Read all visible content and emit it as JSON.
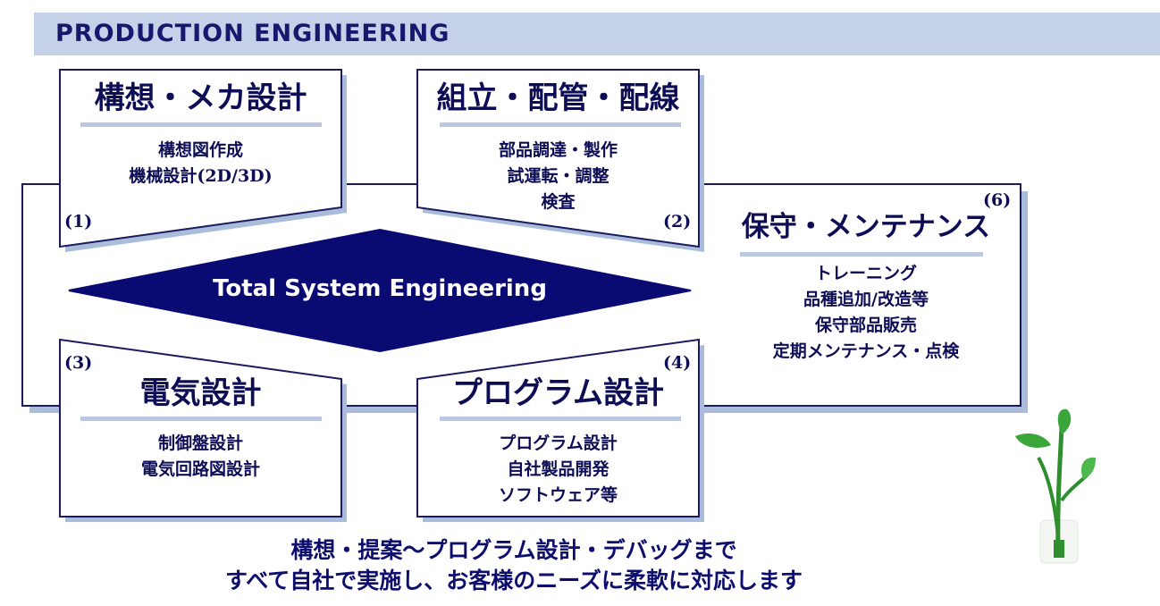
{
  "header": {
    "title": "PRODUCTION ENGINEERING"
  },
  "center": {
    "label": "Total System Engineering"
  },
  "boxes": [
    {
      "number": "(1)",
      "title": "構想・メカ設計",
      "lines": [
        "構想図作成",
        "機械設計(2D/3D)"
      ]
    },
    {
      "number": "(2)",
      "title": "組立・配管・配線",
      "lines": [
        "部品調達・製作",
        "試運転・調整",
        "検査"
      ]
    },
    {
      "number": "(3)",
      "title": "電気設計",
      "lines": [
        "制御盤設計",
        "電気回路図設計"
      ]
    },
    {
      "number": "(4)",
      "title": "プログラム設計",
      "lines": [
        "プログラム設計",
        "自社製品開発",
        "ソフトウェア等"
      ]
    },
    {
      "number": "(6)",
      "title": "保守・メンテナンス",
      "lines": [
        "トレーニング",
        "品種追加/改造等",
        "保守部品販売",
        "定期メンテナンス・点検"
      ]
    }
  ],
  "footer": {
    "line1": "構想・提案～プログラム設計・デバッグまで",
    "line2": "すべて自社で実施し、お客様のニーズに柔軟に対応します"
  },
  "colors": {
    "navy": "#0d0d6e",
    "header_bg": "#c5d1e8",
    "shadow": "#a9bcd9",
    "leaf": "#3aa63a"
  },
  "icons": {
    "plant": "sprout-icon"
  }
}
